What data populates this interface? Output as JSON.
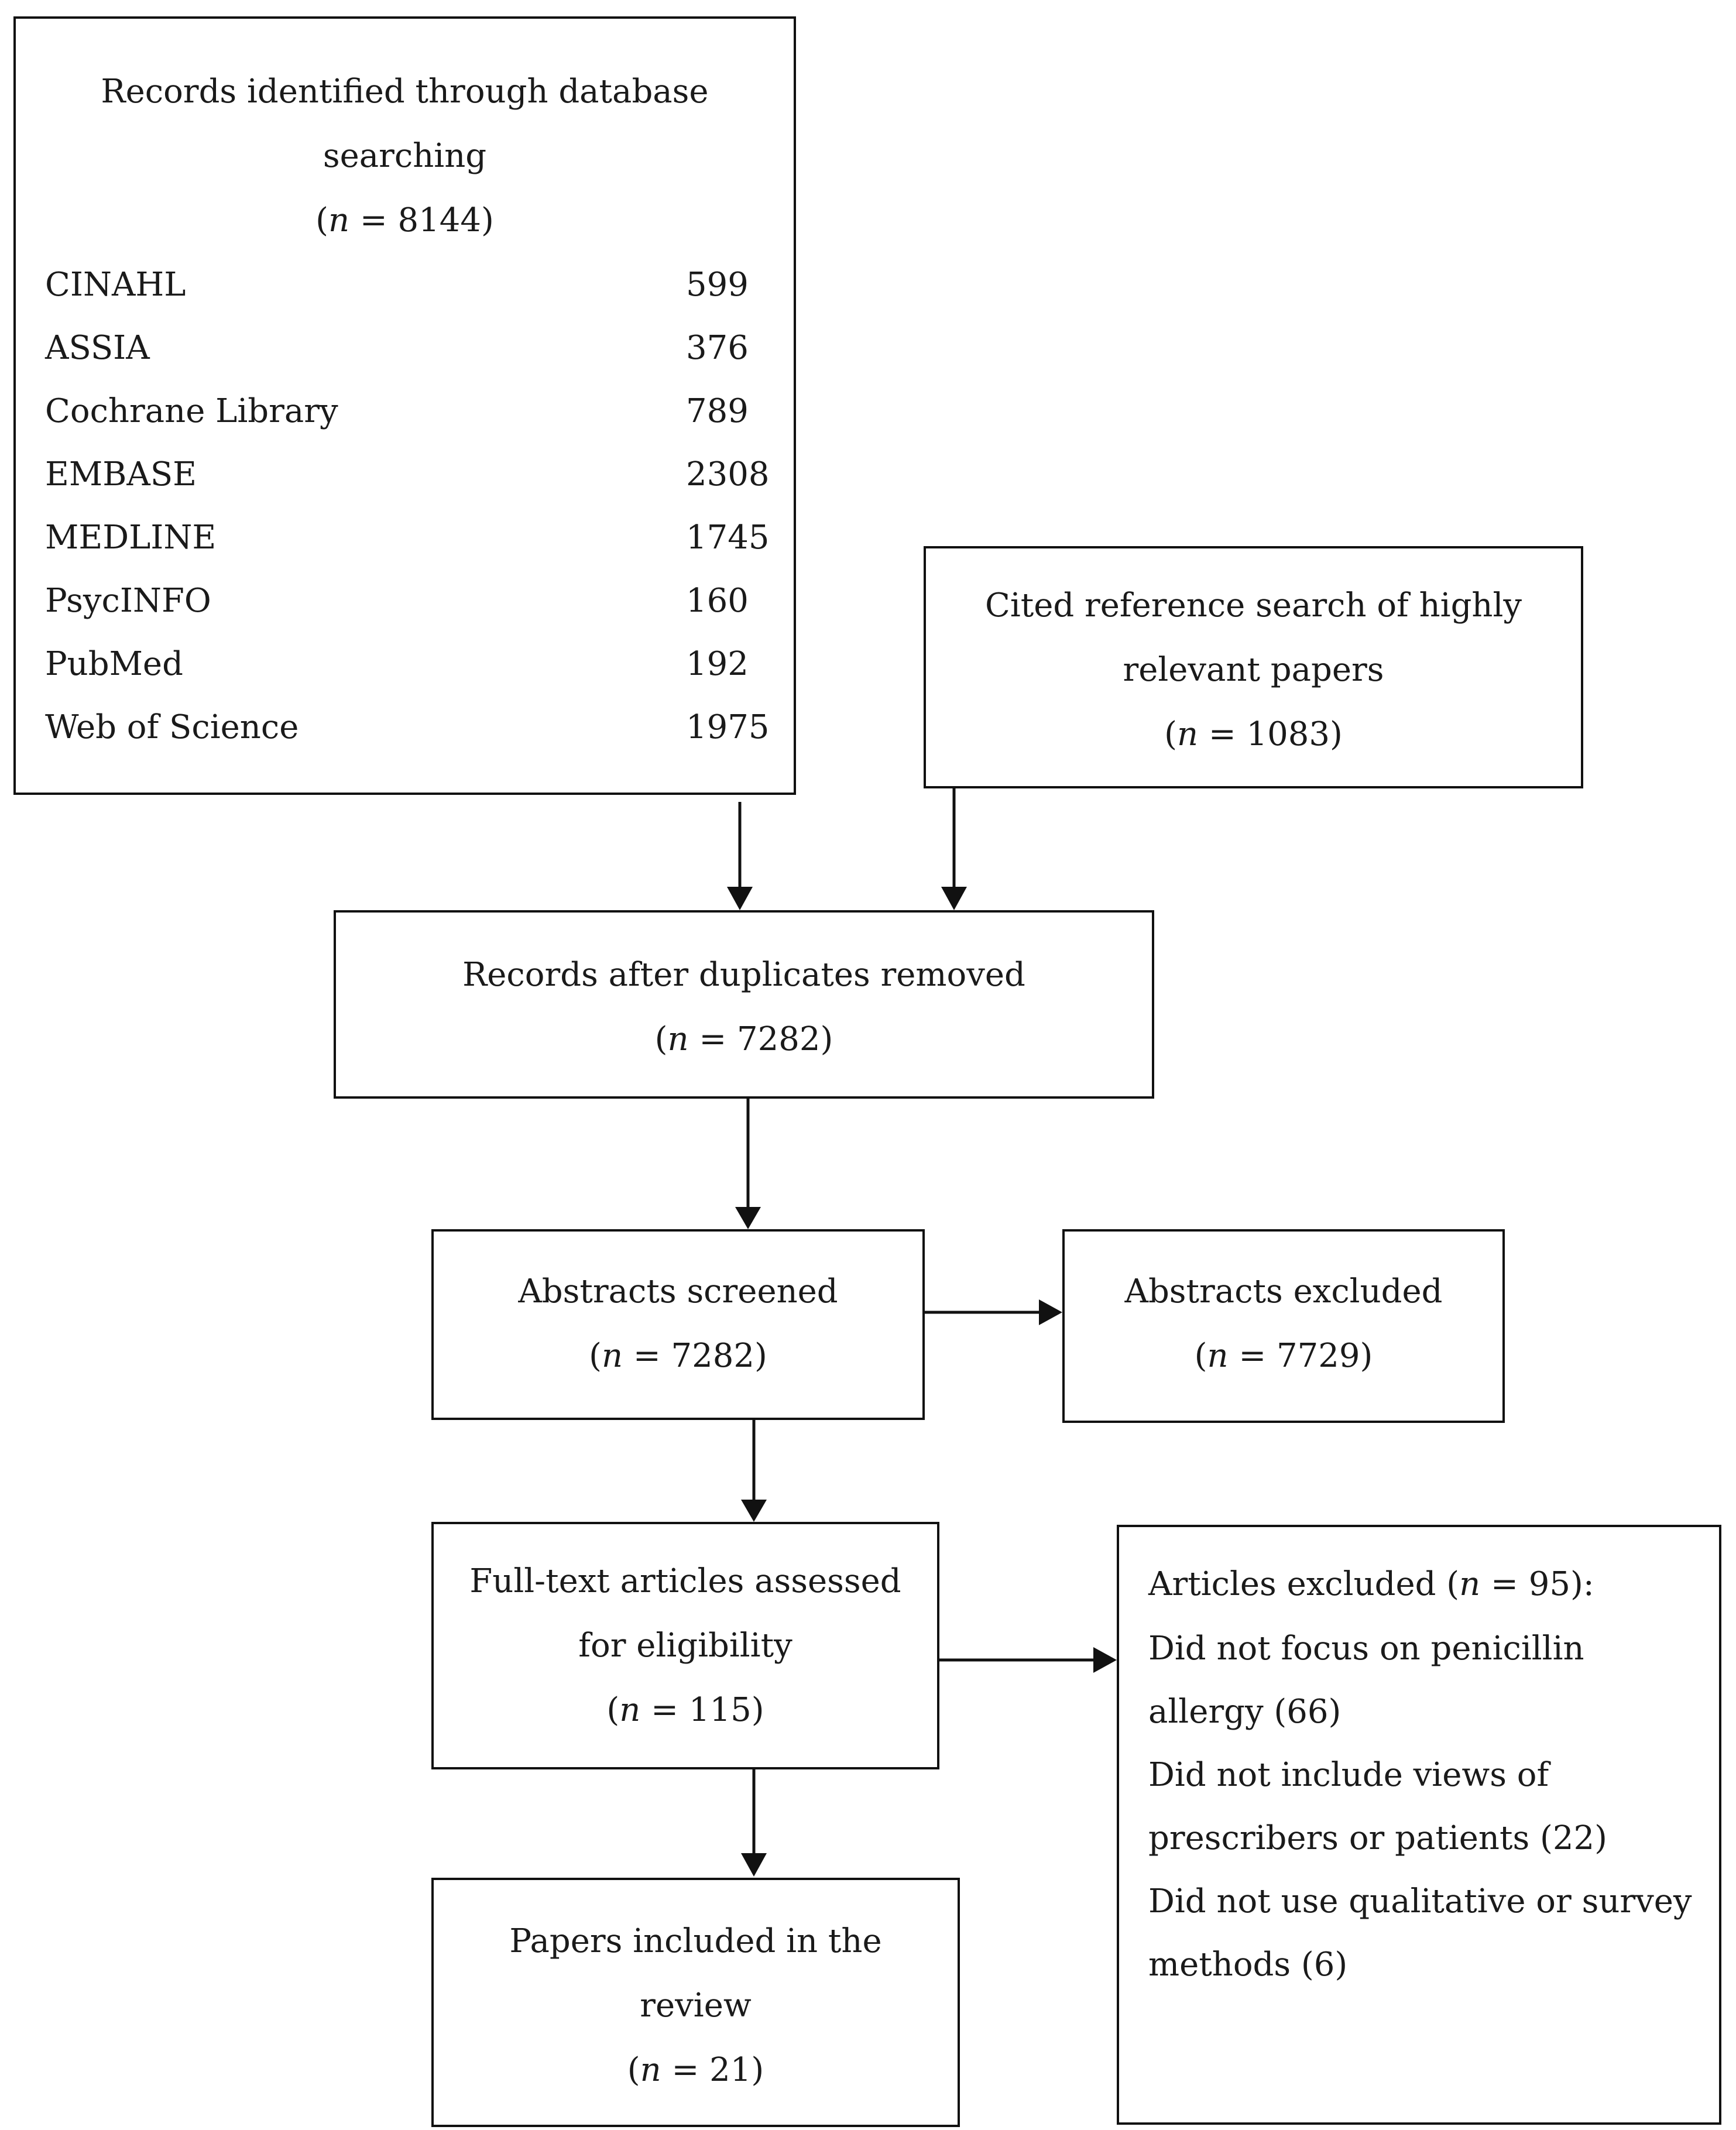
{
  "identification": {
    "title_line1": "Records identified through database",
    "title_line2": "searching",
    "n_prefix": "(",
    "n_symbol": "n",
    "n_suffix": " = 8144)",
    "databases": [
      {
        "name": "CINAHL",
        "count": "599"
      },
      {
        "name": "ASSIA",
        "count": "376"
      },
      {
        "name": "Cochrane Library",
        "count": "789"
      },
      {
        "name": "EMBASE",
        "count": "2308"
      },
      {
        "name": "MEDLINE",
        "count": "1745"
      },
      {
        "name": "PsycINFO",
        "count": "160"
      },
      {
        "name": "PubMed",
        "count": "192"
      },
      {
        "name": "Web of Science",
        "count": "1975"
      }
    ]
  },
  "cited_search": {
    "line1": "Cited reference search of highly",
    "line2": "relevant papers",
    "n_prefix": "(",
    "n_symbol": "n",
    "n_suffix": " = 1083)"
  },
  "duplicates_removed": {
    "line1": "Records after duplicates removed",
    "n_prefix": "(",
    "n_symbol": "n",
    "n_suffix": " = 7282)"
  },
  "abstracts_screened": {
    "line1": "Abstracts screened",
    "n_prefix": "(",
    "n_symbol": "n",
    "n_suffix": " = 7282)"
  },
  "abstracts_excluded": {
    "line1": "Abstracts excluded",
    "n_prefix": "(",
    "n_symbol": "n",
    "n_suffix": " = 7729)"
  },
  "fulltext_assessed": {
    "line1": "Full-text articles assessed",
    "line2": "for eligibility",
    "n_prefix": "(",
    "n_symbol": "n",
    "n_suffix": " = 115)"
  },
  "articles_excluded": {
    "head_prefix": "Articles excluded (",
    "head_symbol": "n",
    "head_suffix": " = 95):",
    "lines": [
      "Did not focus on penicillin",
      "allergy (66)",
      "Did not include views of",
      "prescribers or patients (22)",
      "Did not use qualitative or survey",
      "methods (6)"
    ]
  },
  "included": {
    "line1": "Papers included in the",
    "line2": "review",
    "n_prefix": "(",
    "n_symbol": "n",
    "n_suffix": " = 21)"
  }
}
